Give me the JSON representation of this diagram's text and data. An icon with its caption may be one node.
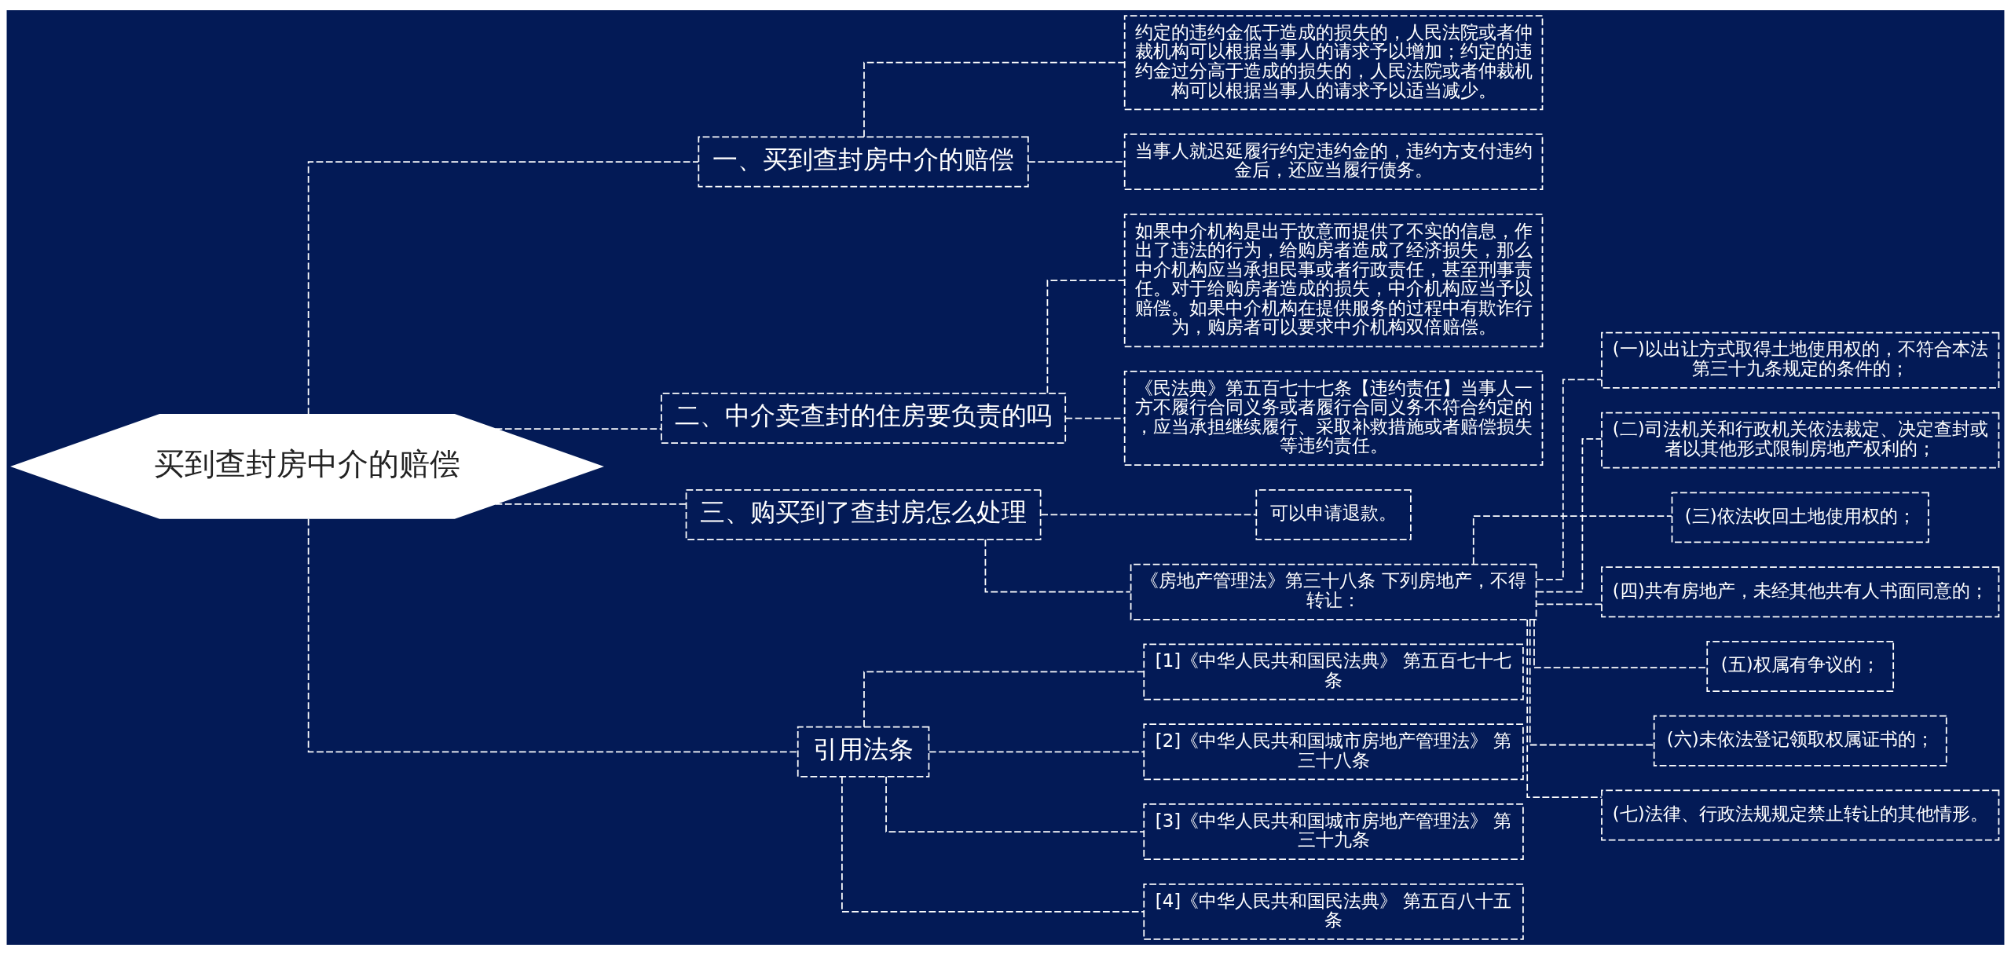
{
  "diagram": {
    "nodes": [
      {
        "text": [
          "买到查封房中介的赔偿"
        ]
      },
      {
        "text": [
          "一、买到查封房中介的赔偿"
        ]
      },
      {
        "text": [
          "约定的违约金低于造成的损失的，人民法院或者仲裁机构可以根据当事人的请求予以增加；约定的违约金过分高于造成的损失的，人民法院或者仲裁机构可以根据当事人的请求予以适当减少。"
        ]
      },
      {
        "text": [
          "当事人就迟延履行约定违约金的，违约方支付违约金后，还应当履行债务。"
        ]
      },
      {
        "text": [
          "二、中介卖查封的住房要负责的吗"
        ]
      },
      {
        "text": [
          "如果中介机构是出于故意而提供了不实的信息，作出了违法的行为，给购房者造成了经济损失，那么中介机构应当承担民事或者行政责任，甚至刑事责任。对于给购房者造成的损失，中介机构应当予以赔偿。如果中介机构在提供服务的过程中有欺诈行为，购房者可以要求中介机构双倍赔偿。"
        ]
      },
      {
        "text": [
          "《民法典》第五百七十七条【违约责任】当事人一方不履行合同义务或者履行合同义务不符合约定的，应当承担继续履行、采取补救措施或者赔偿损失等违约责任。"
        ]
      },
      {
        "text": [
          "三、购买到了查封房怎么处理"
        ]
      },
      {
        "text": [
          "可以申请退款。"
        ]
      },
      {
        "text": [
          "《房地产管理法》第三十八条 下列房地产，不得转让："
        ]
      },
      {
        "text": [
          "(一)以出让方式取得土地使用权的，不符合本法第三十九条规定的条件的；"
        ]
      },
      {
        "text": [
          "(二)司法机关和行政机关依法裁定、决定查封或者以其他形式限制房地产权利的；"
        ]
      },
      {
        "text": [
          "(三)依法收回土地使用权的；"
        ]
      },
      {
        "text": [
          "(四)共有房地产，未经其他共有人书面同意的；"
        ]
      },
      {
        "text": [
          "(五)权属有争议的；"
        ]
      },
      {
        "text": [
          "(六)未依法登记领取权属证书的；"
        ]
      },
      {
        "text": [
          "(七)法律、行政法规规定禁止转让的其他情形。"
        ]
      },
      {
        "text": [
          "引用法条"
        ]
      },
      {
        "text": [
          "[1]《中华人民共和国民法典》 第五百七十七条"
        ]
      },
      {
        "text": [
          "[2]《中华人民共和国城市房地产管理法》 第三十八条"
        ]
      },
      {
        "text": [
          "[3]《中华人民共和国城市房地产管理法》 第三十九条"
        ]
      },
      {
        "text": [
          "[4]《中华人民共和国民法典》 第五百八十五条"
        ]
      }
    ],
    "edges": [
      {
        "from": 0,
        "to": 1,
        "arrow": "none",
        "style": "dashed"
      },
      {
        "from": 1,
        "to": 2,
        "arrow": "none",
        "style": "dashed"
      },
      {
        "from": 1,
        "to": 3,
        "arrow": "none",
        "style": "dashed"
      },
      {
        "from": 0,
        "to": 4,
        "arrow": "none",
        "style": "dashed"
      },
      {
        "from": 4,
        "to": 5,
        "arrow": "none",
        "style": "dashed"
      },
      {
        "from": 4,
        "to": 6,
        "arrow": "none",
        "style": "dashed"
      },
      {
        "from": 0,
        "to": 7,
        "arrow": "none",
        "style": "dashed"
      },
      {
        "from": 7,
        "to": 8,
        "arrow": "none",
        "style": "dashed"
      },
      {
        "from": 7,
        "to": 9,
        "arrow": "none",
        "style": "dashed"
      },
      {
        "from": 9,
        "to": 10,
        "arrow": "none",
        "style": "dashed"
      },
      {
        "from": 9,
        "to": 11,
        "arrow": "none",
        "style": "dashed"
      },
      {
        "from": 9,
        "to": 12,
        "arrow": "none",
        "style": "dashed"
      },
      {
        "from": 9,
        "to": 13,
        "arrow": "none",
        "style": "dashed"
      },
      {
        "from": 9,
        "to": 14,
        "arrow": "none",
        "style": "dashed"
      },
      {
        "from": 9,
        "to": 15,
        "arrow": "none",
        "style": "dashed"
      },
      {
        "from": 9,
        "to": 16,
        "arrow": "none",
        "style": "dashed"
      },
      {
        "from": 0,
        "to": 17,
        "arrow": "none",
        "style": "dashed"
      },
      {
        "from": 17,
        "to": 18,
        "arrow": "none",
        "style": "dashed"
      },
      {
        "from": 17,
        "to": 19,
        "arrow": "none",
        "style": "dashed"
      },
      {
        "from": 17,
        "to": 20,
        "arrow": "none",
        "style": "dashed"
      },
      {
        "from": 17,
        "to": 21,
        "arrow": "none",
        "style": "dashed"
      }
    ]
  }
}
